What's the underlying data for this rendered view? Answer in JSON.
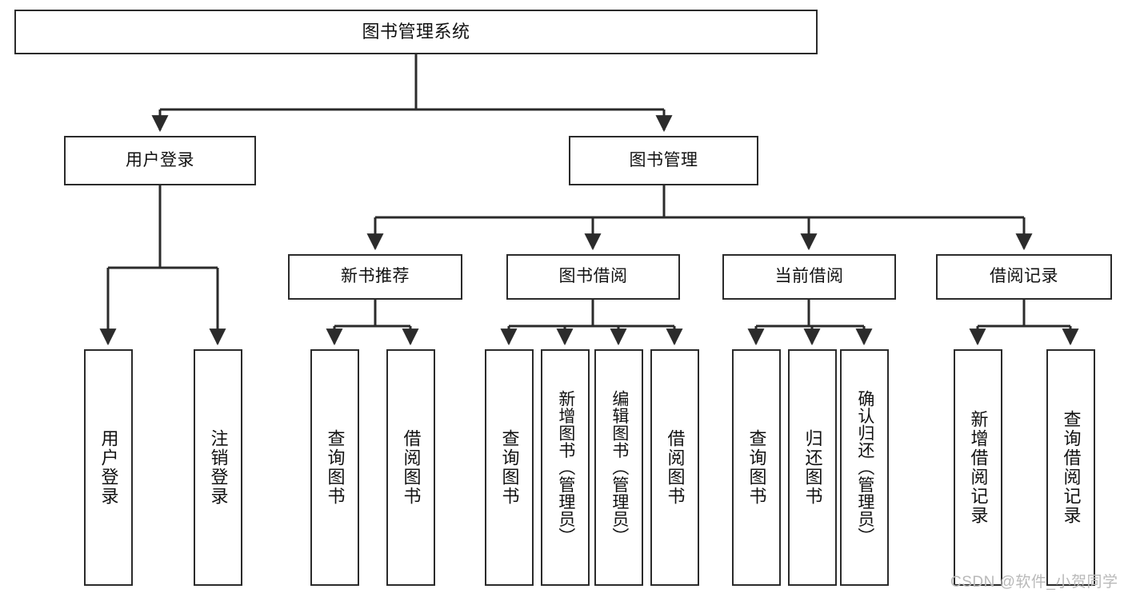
{
  "diagram": {
    "title": "图书管理系统",
    "type": "hierarchy-tree",
    "colors": {
      "stroke": "#2b2b2b",
      "fill": "#ffffff",
      "text": "#111111",
      "watermark": "#b9b9b9"
    },
    "root": {
      "label": "图书管理系统"
    },
    "level2": [
      {
        "label": "用户登录"
      },
      {
        "label": "图书管理"
      }
    ],
    "level3": [
      {
        "label": "新书推荐"
      },
      {
        "label": "图书借阅"
      },
      {
        "label": "当前借阅"
      },
      {
        "label": "借阅记录"
      }
    ],
    "leaves": {
      "user_login": [
        {
          "label": "用户登录"
        },
        {
          "label": "注销登录"
        }
      ],
      "new_book_recommend": [
        {
          "label": "查询图书"
        },
        {
          "label": "借阅图书"
        }
      ],
      "book_borrow": [
        {
          "label": "查询图书"
        },
        {
          "label": "新增图书（管理员）"
        },
        {
          "label": "编辑图书（管理员）"
        },
        {
          "label": "借阅图书"
        }
      ],
      "current_borrow": [
        {
          "label": "查询图书"
        },
        {
          "label": "归还图书"
        },
        {
          "label": "确认归还（管理员）"
        }
      ],
      "borrow_record": [
        {
          "label": "新增借阅记录"
        },
        {
          "label": "查询借阅记录"
        }
      ]
    }
  },
  "watermark": {
    "text": "CSDN @软件_小贺同学"
  }
}
